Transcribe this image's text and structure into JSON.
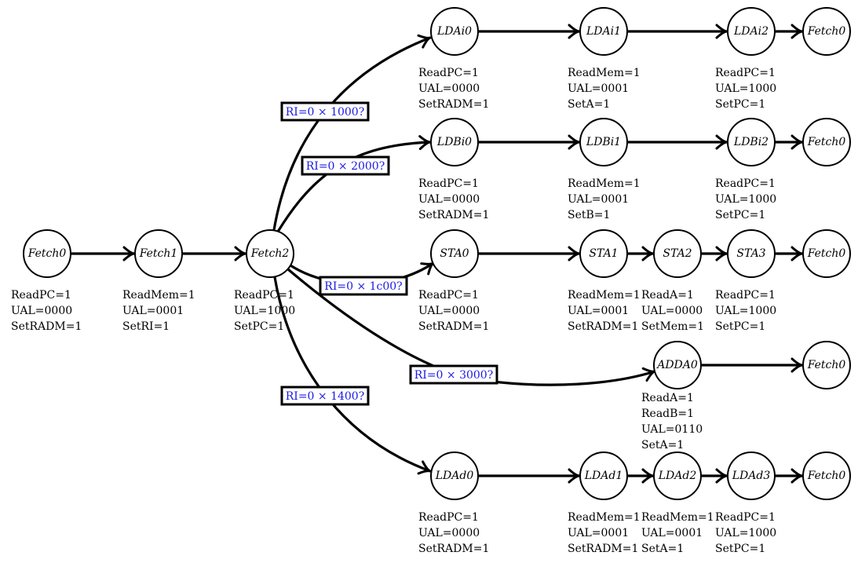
{
  "diagram": {
    "type": "state-machine",
    "states": [
      {
        "id": "fetch0",
        "label": "Fetch0",
        "signals": [
          "ReadPC=1",
          "UAL=0000",
          "SetRADM=1"
        ]
      },
      {
        "id": "fetch1",
        "label": "Fetch1",
        "signals": [
          "ReadMem=1",
          "UAL=0001",
          "SetRI=1"
        ]
      },
      {
        "id": "fetch2",
        "label": "Fetch2",
        "signals": [
          "ReadPC=1",
          "UAL=1000",
          "SetPC=1"
        ]
      },
      {
        "id": "ldai0",
        "label": "LDAi0",
        "signals": [
          "ReadPC=1",
          "UAL=0000",
          "SetRADM=1"
        ]
      },
      {
        "id": "ldai1",
        "label": "LDAi1",
        "signals": [
          "ReadMem=1",
          "UAL=0001",
          "SetA=1"
        ]
      },
      {
        "id": "ldai2",
        "label": "LDAi2",
        "signals": [
          "ReadPC=1",
          "UAL=1000",
          "SetPC=1"
        ]
      },
      {
        "id": "ldai_f",
        "label": "Fetch0",
        "signals": []
      },
      {
        "id": "ldbi0",
        "label": "LDBi0",
        "signals": [
          "ReadPC=1",
          "UAL=0000",
          "SetRADM=1"
        ]
      },
      {
        "id": "ldbi1",
        "label": "LDBi1",
        "signals": [
          "ReadMem=1",
          "UAL=0001",
          "SetB=1"
        ]
      },
      {
        "id": "ldbi2",
        "label": "LDBi2",
        "signals": [
          "ReadPC=1",
          "UAL=1000",
          "SetPC=1"
        ]
      },
      {
        "id": "ldbi_f",
        "label": "Fetch0",
        "signals": []
      },
      {
        "id": "sta0",
        "label": "STA0",
        "signals": [
          "ReadPC=1",
          "UAL=0000",
          "SetRADM=1"
        ]
      },
      {
        "id": "sta1",
        "label": "STA1",
        "signals": [
          "ReadMem=1",
          "UAL=0001",
          "SetRADM=1"
        ]
      },
      {
        "id": "sta2",
        "label": "STA2",
        "signals": [
          "ReadA=1",
          "UAL=0000",
          "SetMem=1"
        ]
      },
      {
        "id": "sta3",
        "label": "STA3",
        "signals": [
          "ReadPC=1",
          "UAL=1000",
          "SetPC=1"
        ]
      },
      {
        "id": "sta_f",
        "label": "Fetch0",
        "signals": []
      },
      {
        "id": "adda0",
        "label": "ADDA0",
        "signals": [
          "ReadA=1",
          "ReadB=1",
          "UAL=0110",
          "SetA=1"
        ]
      },
      {
        "id": "adda_f",
        "label": "Fetch0",
        "signals": []
      },
      {
        "id": "ldad0",
        "label": "LDAd0",
        "signals": [
          "ReadPC=1",
          "UAL=0000",
          "SetRADM=1"
        ]
      },
      {
        "id": "ldad1",
        "label": "LDAd1",
        "signals": [
          "ReadMem=1",
          "UAL=0001",
          "SetRADM=1"
        ]
      },
      {
        "id": "ldad2",
        "label": "LDAd2",
        "signals": [
          "ReadMem=1",
          "UAL=0001",
          "SetA=1"
        ]
      },
      {
        "id": "ldad3",
        "label": "LDAd3",
        "signals": [
          "ReadPC=1",
          "UAL=1000",
          "SetPC=1"
        ]
      },
      {
        "id": "ldad_f",
        "label": "Fetch0",
        "signals": []
      }
    ],
    "transitions": [
      {
        "from": "fetch0",
        "to": "fetch1",
        "condition": ""
      },
      {
        "from": "fetch1",
        "to": "fetch2",
        "condition": ""
      },
      {
        "from": "fetch2",
        "to": "ldai0",
        "condition": "RI=0 × 1000?"
      },
      {
        "from": "fetch2",
        "to": "ldbi0",
        "condition": "RI=0 × 2000?"
      },
      {
        "from": "fetch2",
        "to": "sta0",
        "condition": "RI=0 × 1c00?"
      },
      {
        "from": "fetch2",
        "to": "adda0",
        "condition": "RI=0 × 3000?"
      },
      {
        "from": "fetch2",
        "to": "ldad0",
        "condition": "RI=0 × 1400?"
      },
      {
        "from": "ldai0",
        "to": "ldai1",
        "condition": ""
      },
      {
        "from": "ldai1",
        "to": "ldai2",
        "condition": ""
      },
      {
        "from": "ldai2",
        "to": "ldai_f",
        "condition": ""
      },
      {
        "from": "ldbi0",
        "to": "ldbi1",
        "condition": ""
      },
      {
        "from": "ldbi1",
        "to": "ldbi2",
        "condition": ""
      },
      {
        "from": "ldbi2",
        "to": "ldbi_f",
        "condition": ""
      },
      {
        "from": "sta0",
        "to": "sta1",
        "condition": ""
      },
      {
        "from": "sta1",
        "to": "sta2",
        "condition": ""
      },
      {
        "from": "sta2",
        "to": "sta3",
        "condition": ""
      },
      {
        "from": "sta3",
        "to": "sta_f",
        "condition": ""
      },
      {
        "from": "adda0",
        "to": "adda_f",
        "condition": ""
      },
      {
        "from": "ldad0",
        "to": "ldad1",
        "condition": ""
      },
      {
        "from": "ldad1",
        "to": "ldad2",
        "condition": ""
      },
      {
        "from": "ldad2",
        "to": "ldad3",
        "condition": ""
      },
      {
        "from": "ldad3",
        "to": "ldad_f",
        "condition": ""
      }
    ],
    "colors": {
      "condition_text": "#1a1ae6",
      "stroke": "#000000"
    }
  }
}
